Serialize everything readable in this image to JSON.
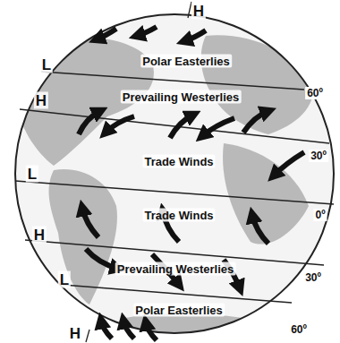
{
  "diagram": {
    "labels": [
      "H",
      "L",
      "Polar Easterlies",
      "60º",
      "H",
      "Prevailing Westerlies",
      "30º",
      "L",
      "Trade Winds",
      "Trade Winds",
      "0º",
      "H",
      "Prevailing Westerlies",
      "30º",
      "L",
      "Polar Easterlies",
      "60º",
      "H"
    ]
  }
}
